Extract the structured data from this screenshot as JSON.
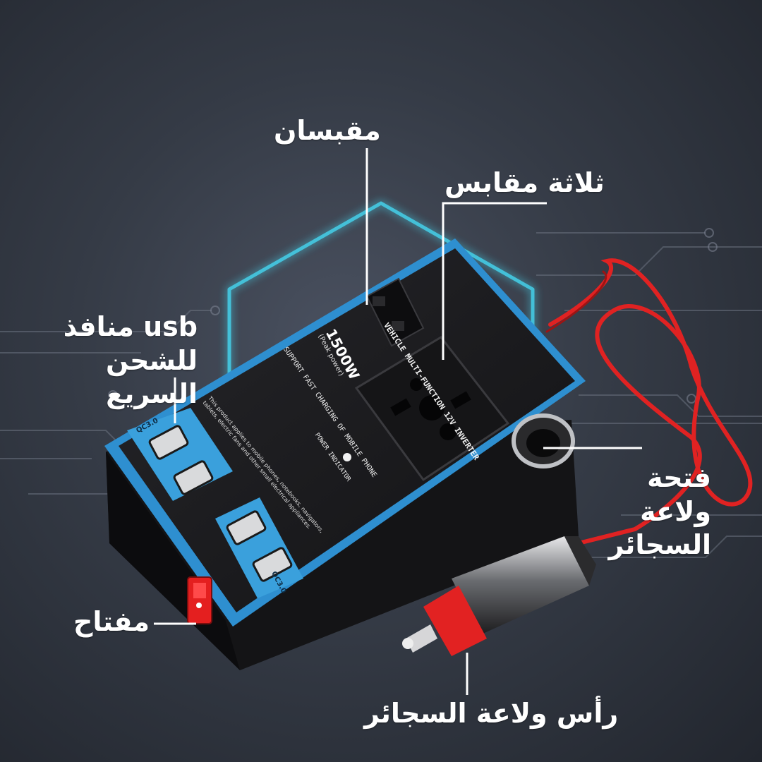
{
  "labels": {
    "two_sockets": "مقبسان",
    "three_sockets": "ثلاثة مقابس",
    "usb_line1": "منافذ  usb",
    "usb_line2": "للشحن السريع",
    "lighter_socket_line1": "فتحة ولاعة",
    "lighter_socket_line2": "السجائر",
    "switch": "مفتاح",
    "lighter_plug": "رأس ولاعة السجائر"
  },
  "device": {
    "title": "VEHICLE MULTI-FUNCTION 12V INVERTER",
    "power": "1500W",
    "peak": "(Peak power)",
    "fast_charge": "SUPPORT FAST CHARGING OF MOBILE PHONE",
    "indicator": "POWER INDICATOR",
    "description": "This product applies to mobile phones, notebooks, navigators, tablets, electric fans and other small electrical appliances.",
    "usb_badge": "QC3.0"
  },
  "colors": {
    "background": "#353b46",
    "glow": "#45d6f0",
    "device_body": "#1b1b1d",
    "device_trim": "#2e8fd0",
    "cable": "#e02222",
    "switch": "#e41f1f"
  }
}
